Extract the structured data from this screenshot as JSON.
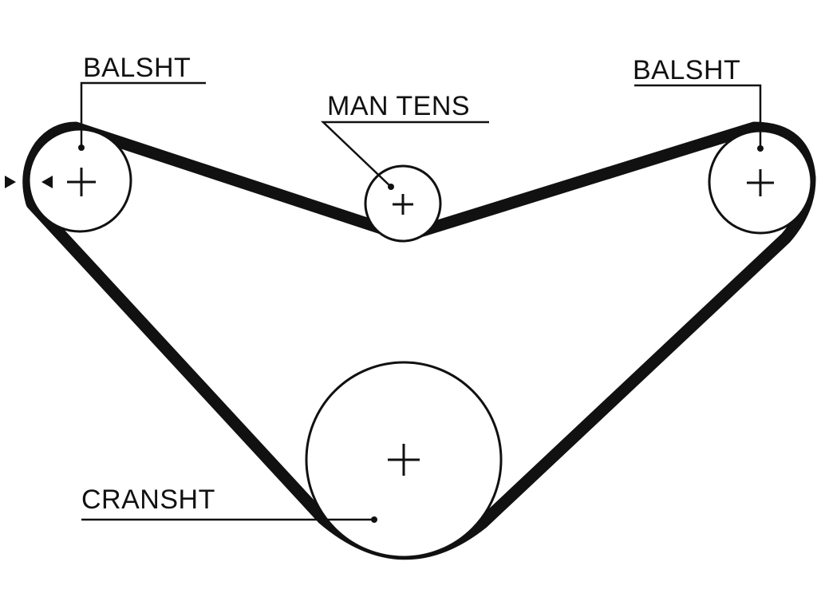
{
  "labels": {
    "balance_shaft_left": "BALSHT",
    "manual_tensioner": "MAN TENS",
    "balance_shaft_right": "BALSHT",
    "crankshaft": "CRANSHT"
  },
  "colors": {
    "belt": "#111111",
    "background": "#ffffff"
  }
}
